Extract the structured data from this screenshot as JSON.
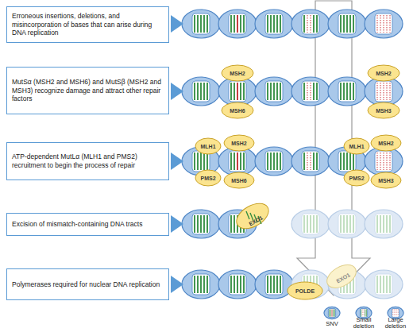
{
  "diagram": {
    "nodes": [
      {
        "text": [
          "Erroneous insertions, deletions, and misincorporation of bases that can arise during DNA replication"
        ]
      },
      {
        "text": [
          "MutSα (MSH2 and MSH6) and MutSβ (MSH2 and MSH3) recognize damage and attract other repair factors"
        ]
      },
      {
        "text": [
          "ATP-dependent MutLα (MLH1 and PMS2) recruitment to begin the process of repair"
        ]
      },
      {
        "text": [
          "Excision of mismatch-containing DNA tracts"
        ]
      },
      {
        "text": [
          "Polymerases required for nuclear DNA replication"
        ]
      }
    ],
    "labels": [
      "MSH2",
      "MSH6",
      "MSH2",
      "MSH3",
      "MLH1",
      "MSH2",
      "PMS2",
      "MSH6",
      "MLH1",
      "MSH2",
      "PMS2",
      "MSH3",
      "EXO1",
      "POLDE",
      "EXO1"
    ],
    "legend": [
      {
        "text": "SNV"
      },
      {
        "text": "Small deletion"
      },
      {
        "text": "Large deletion"
      }
    ]
  }
}
